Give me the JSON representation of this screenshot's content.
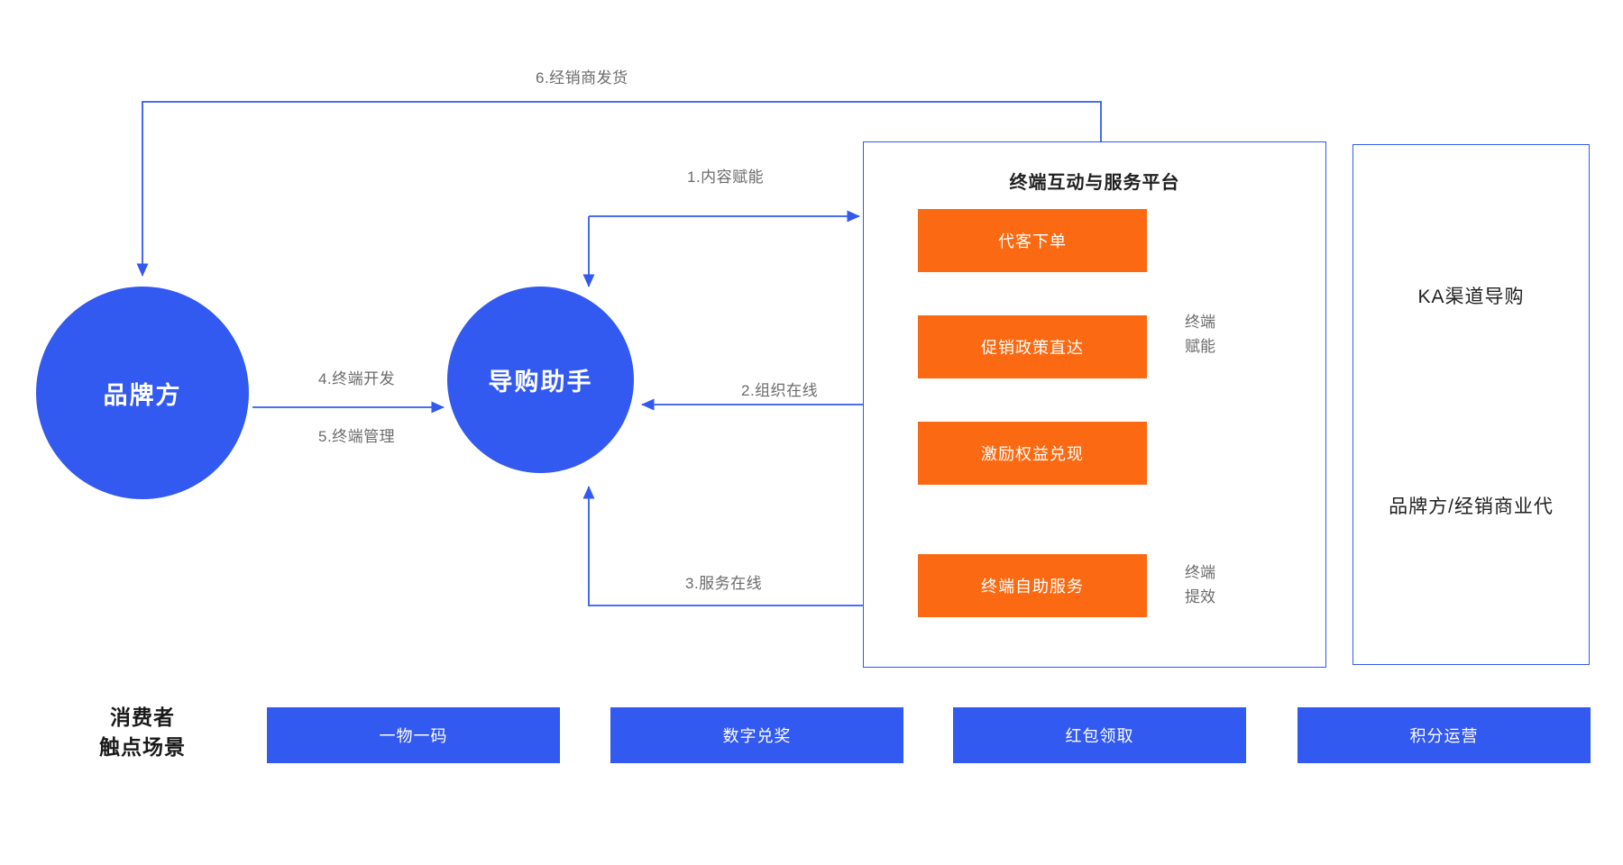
{
  "nodes": {
    "brand": "品牌方",
    "assistant": "导购助手"
  },
  "platform": {
    "title": "终端互动与服务平台",
    "features": [
      {
        "label": "代客下单"
      },
      {
        "label": "促销政策直达"
      },
      {
        "label": "激励权益兑现"
      },
      {
        "label": "终端自助服务"
      }
    ],
    "brackets": [
      {
        "label": "终端\n赋能"
      },
      {
        "label": "终端\n提效"
      }
    ]
  },
  "ka_panel": {
    "lines": [
      "KA渠道导购",
      "品牌方/经销商业代"
    ]
  },
  "edges": [
    {
      "id": "6",
      "label": "6.经销商发货"
    },
    {
      "id": "1",
      "label": "1.内容赋能"
    },
    {
      "id": "4",
      "label": "4.终端开发"
    },
    {
      "id": "5",
      "label": "5.终端管理"
    },
    {
      "id": "2",
      "label": "2.组织在线"
    },
    {
      "id": "3",
      "label": "3.服务在线"
    }
  ],
  "touchpoints": {
    "title": "消费者\n触点场景",
    "title_line_1": "消费者",
    "title_line_2": "触点场景",
    "chips": [
      {
        "label": "一物一码"
      },
      {
        "label": "数字兑奖"
      },
      {
        "label": "红包领取"
      },
      {
        "label": "积分运营"
      }
    ]
  },
  "colors": {
    "blue": "#3259f0",
    "orange": "#fb6a12",
    "label_gray": "#6b6b6b",
    "text_dark": "#1f1f1f",
    "background": "#ffffff"
  }
}
